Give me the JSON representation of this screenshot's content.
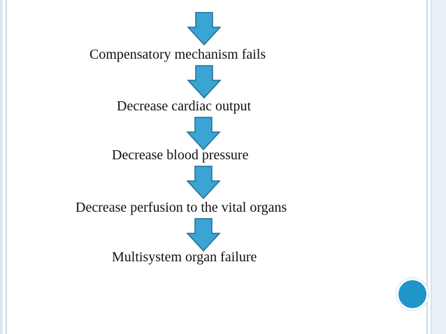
{
  "flow": {
    "steps": [
      {
        "label": "Compensatory mechanism fails"
      },
      {
        "label": "Decrease cardiac output"
      },
      {
        "label": "Decrease blood pressure"
      },
      {
        "label": "Decrease perfusion to the vital organs"
      },
      {
        "label": "Multisystem organ failure"
      }
    ],
    "arrow_count": 5,
    "arrow_color": "#3aa4d4",
    "arrow_outline": "#1f6e93"
  },
  "theme": {
    "accent": "#1f95c9",
    "frame": "#c6dbe9",
    "background": "#ffffff"
  }
}
